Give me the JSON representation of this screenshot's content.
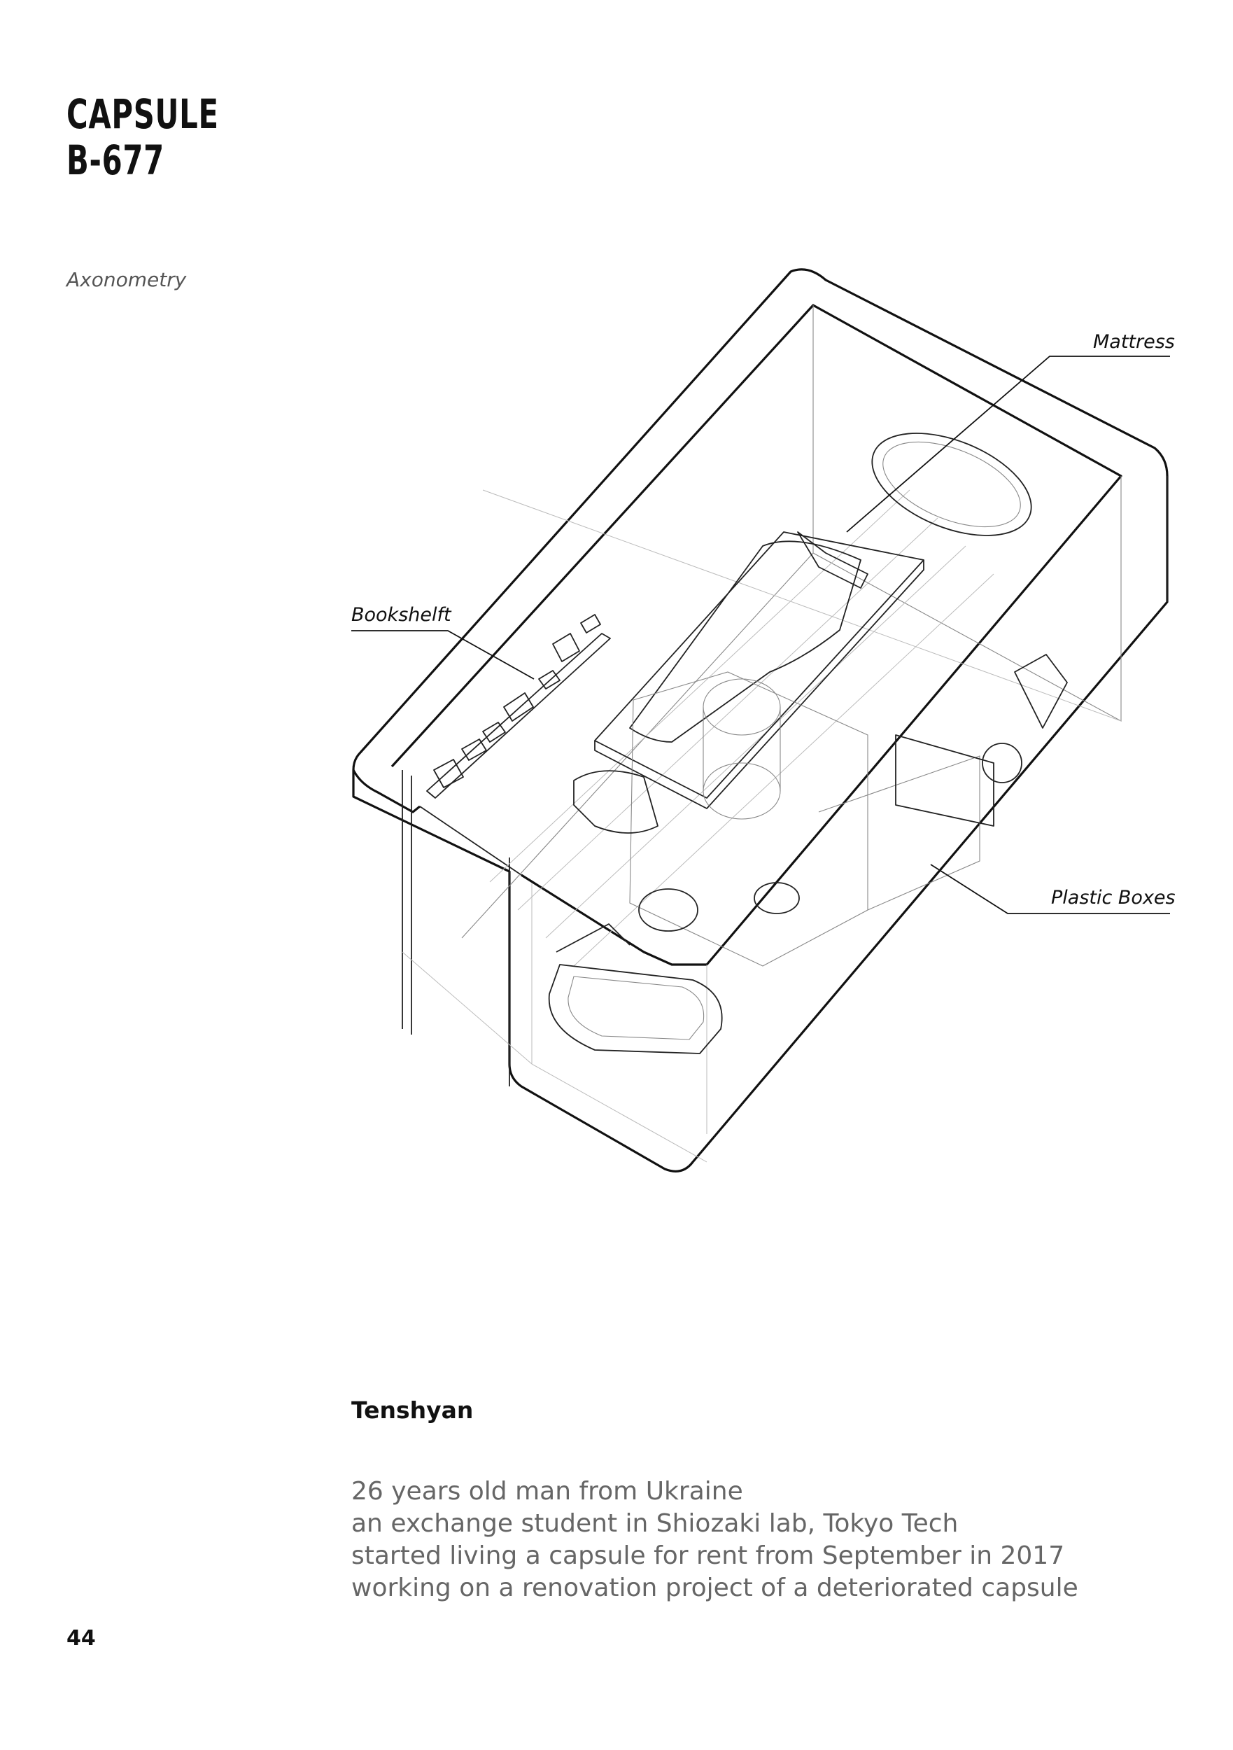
{
  "title": {
    "line1": "CAPSULE",
    "line2": "B-677"
  },
  "subtitle": "Axonometry",
  "labels": {
    "mattress": "Mattress",
    "bookshelf": "Bookshelft",
    "plastic_boxes": "Plastic Boxes"
  },
  "resident": {
    "name": "Tenshyan",
    "lines": [
      "26 years old man from Ukraine",
      "an exchange student in Shiozaki lab, Tokyo Tech",
      "started living a capsule for rent from September in 2017",
      "working on a renovation project of a deteriorated capsule"
    ]
  },
  "page_number": "44"
}
